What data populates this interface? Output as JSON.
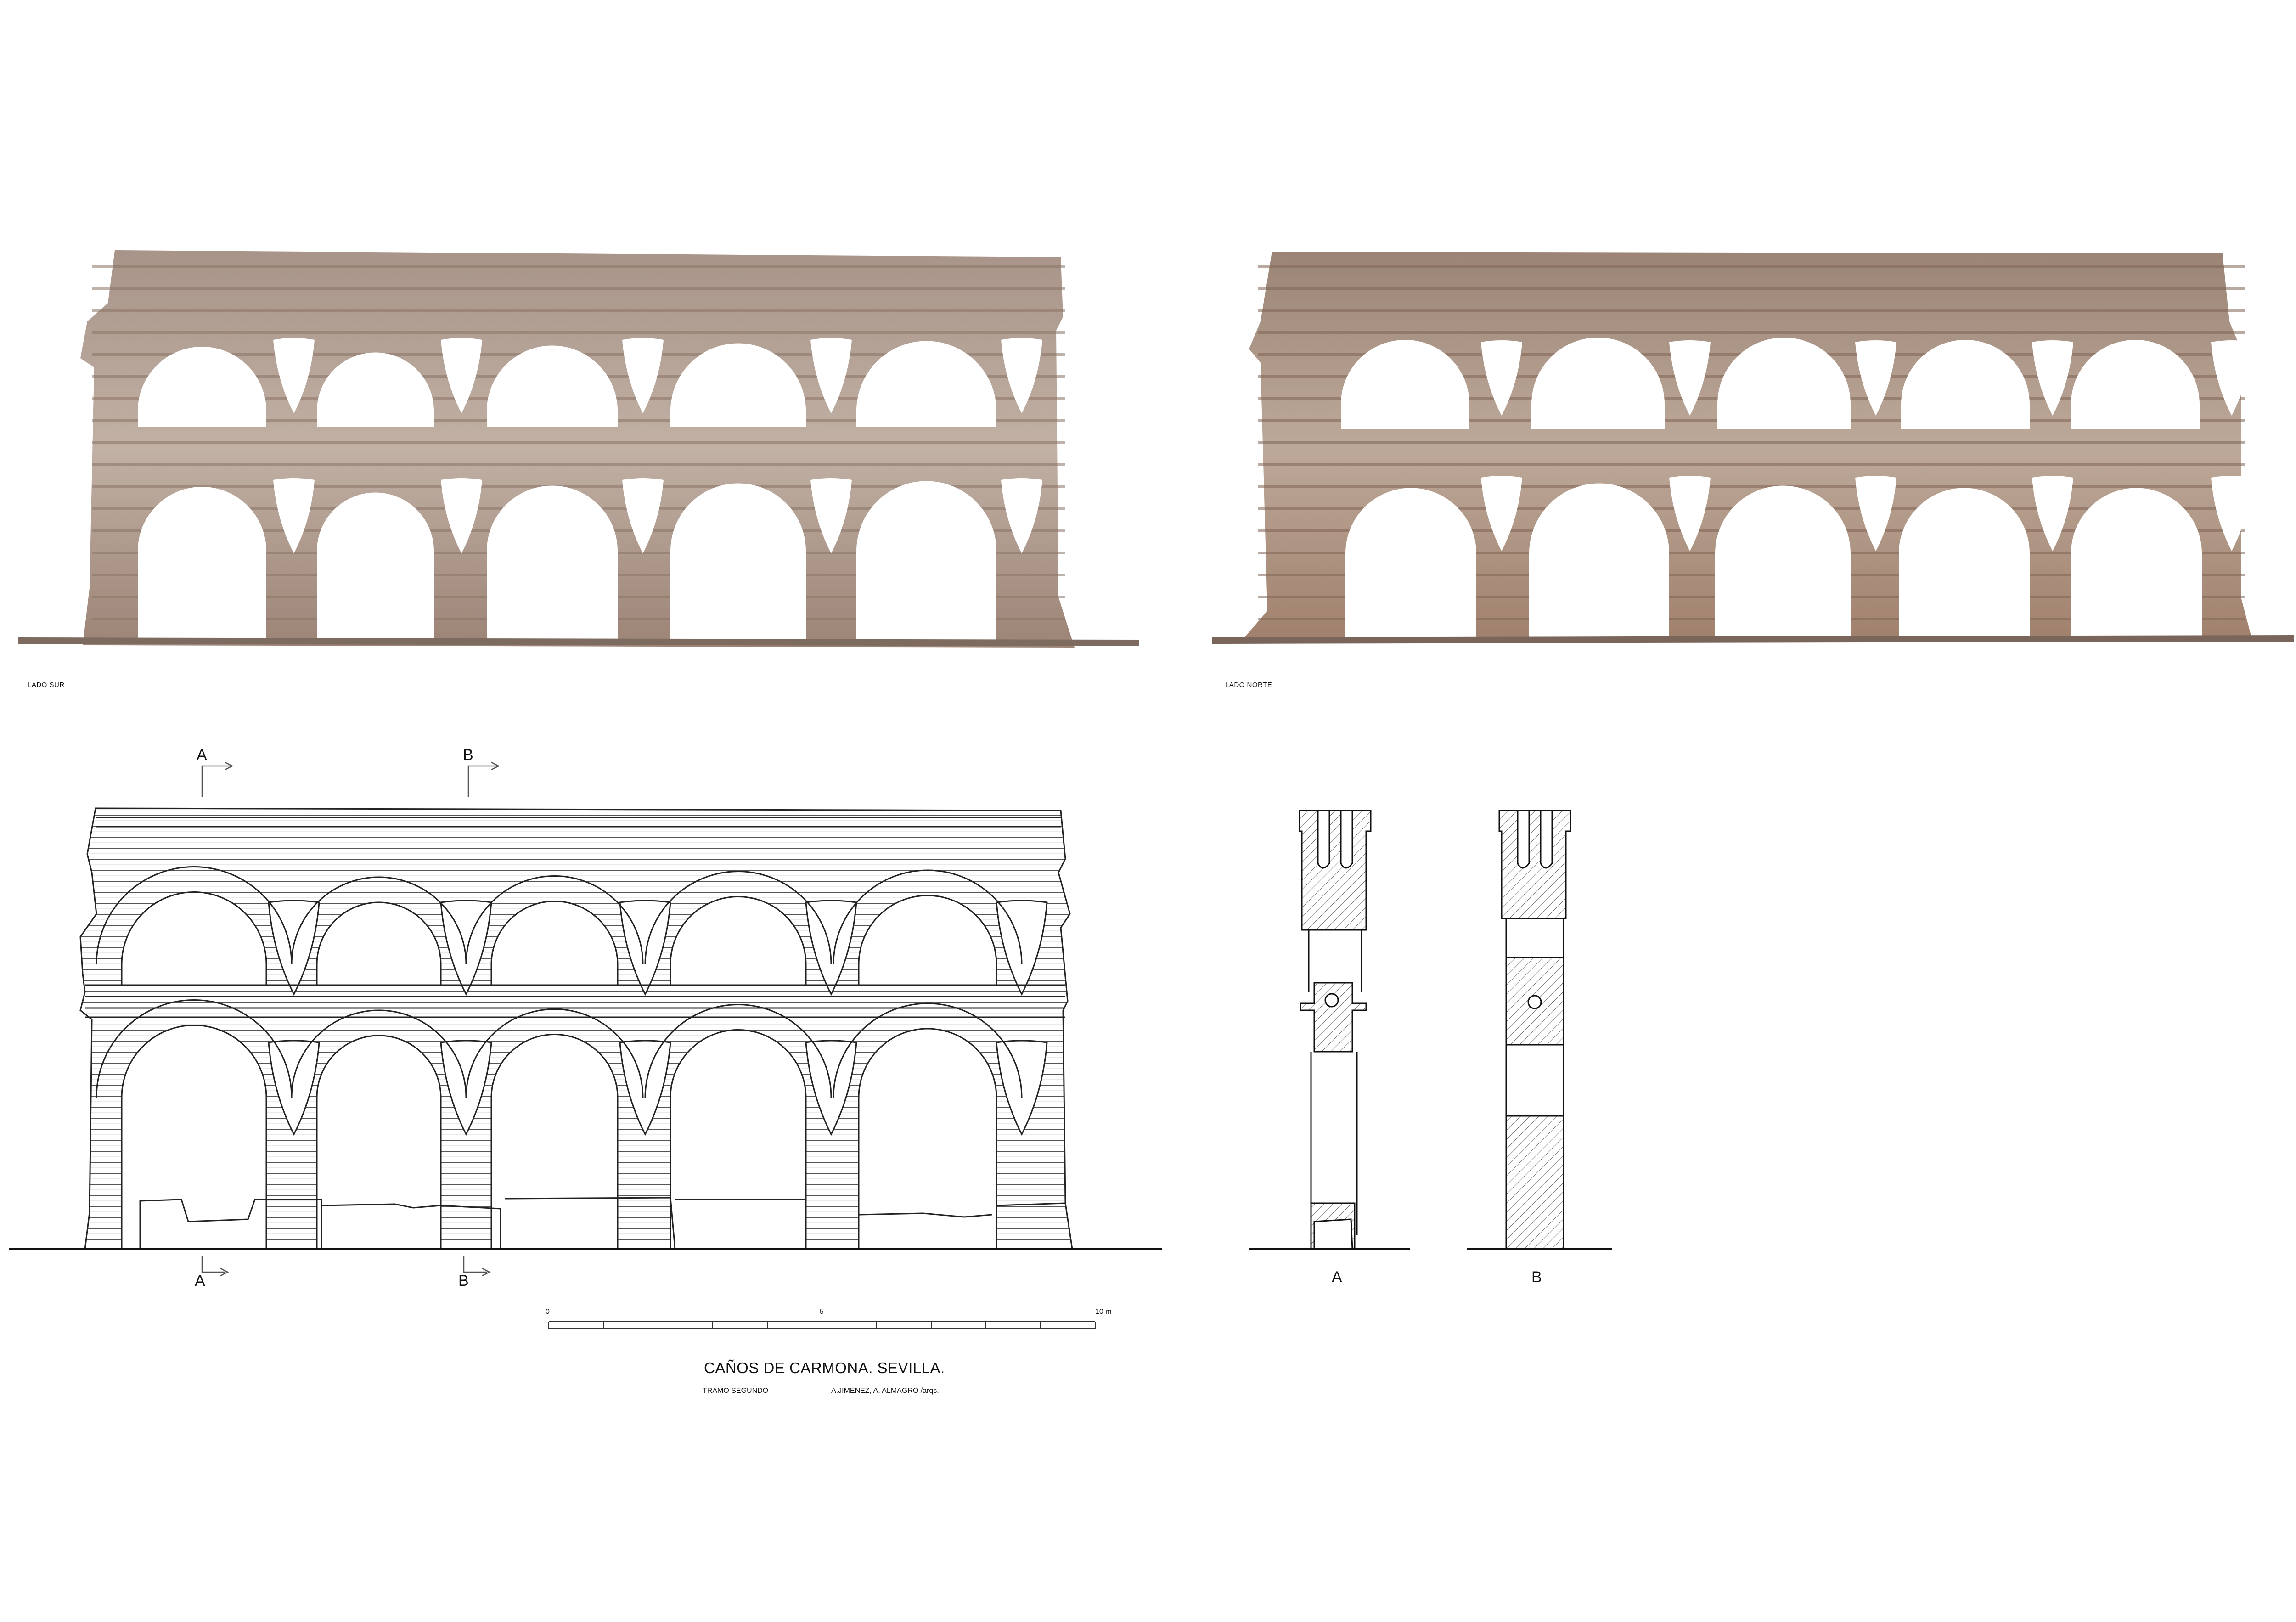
{
  "photos": {
    "south_label": "LADO SUR",
    "north_label": "LADO NORTE",
    "stone_colors": {
      "south": "#b9a79c",
      "north": "#b49a8a",
      "joint": "#9c8678"
    }
  },
  "elevation": {
    "section_markers": [
      "A",
      "B"
    ]
  },
  "sections": {
    "labels": [
      "A",
      "B"
    ]
  },
  "scale_bar": {
    "ticks": [
      "0",
      "5",
      "10 m"
    ]
  },
  "title_block": {
    "title": "CAÑOS DE CARMONA. SEVILLA.",
    "subtitle": "TRAMO SEGUNDO",
    "authors": "A.JIMENEZ, A. ALMAGRO /arqs."
  }
}
